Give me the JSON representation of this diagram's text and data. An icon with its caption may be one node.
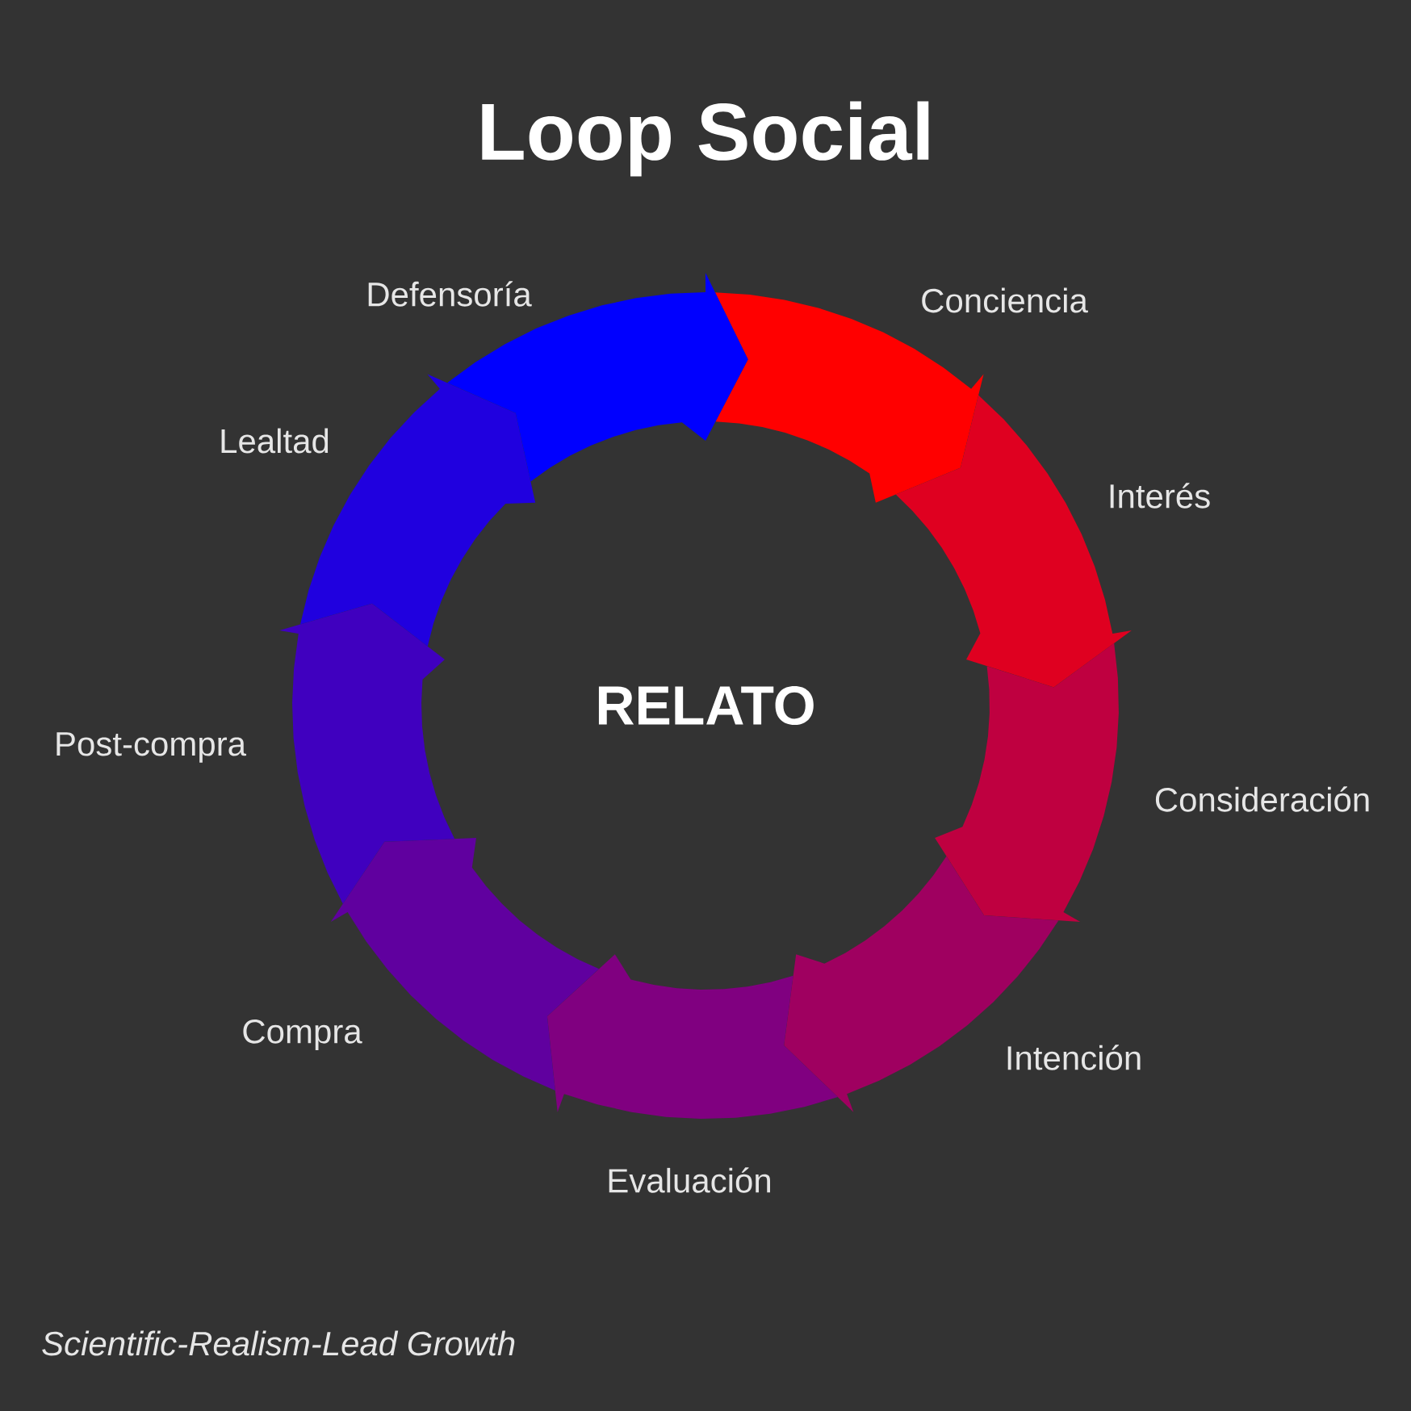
{
  "diagram": {
    "title": "Loop Social",
    "nodes": [
      {
        "text": [],
        "shape": "arrow",
        "beside": [
          "Conciencia"
        ]
      },
      {
        "text": [],
        "shape": "arrow",
        "beside": [
          "Interés"
        ]
      },
      {
        "text": [],
        "shape": "arrow",
        "beside": [
          "Consideración"
        ]
      },
      {
        "text": [],
        "shape": "arrow",
        "beside": [
          "Intención"
        ]
      },
      {
        "text": [],
        "shape": "arrow",
        "beside": [
          "Evaluación"
        ]
      },
      {
        "text": [],
        "shape": "arrow",
        "beside": [
          "Compra"
        ]
      },
      {
        "text": [],
        "shape": "arrow",
        "beside": [
          "Post-compra"
        ]
      },
      {
        "text": [],
        "shape": "arrow",
        "beside": [
          "Lealtad"
        ]
      },
      {
        "text": [],
        "shape": "arrow",
        "beside": [
          "Defensoría"
        ]
      },
      {
        "text": [
          "RELATO"
        ]
      }
    ],
    "labels": [
      "Scientific-Realism-Lead Growth"
    ]
  }
}
